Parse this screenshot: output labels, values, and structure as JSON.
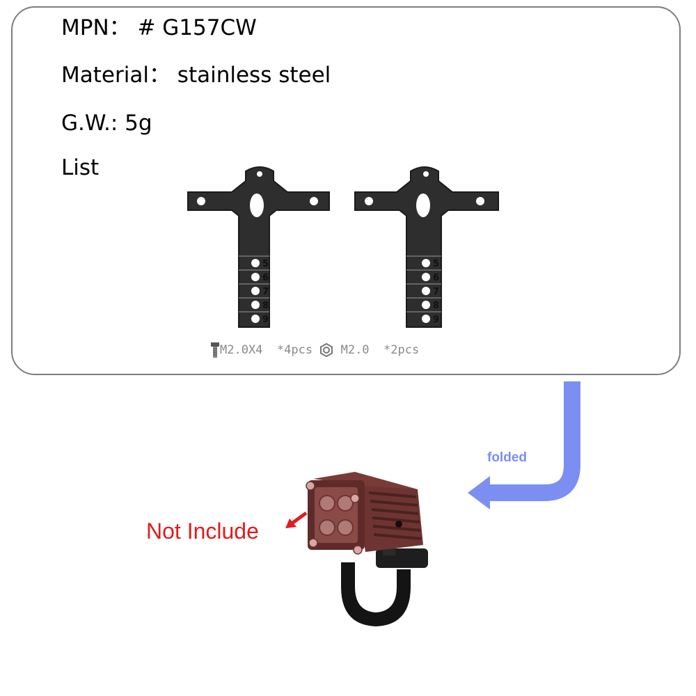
{
  "spec": {
    "mpn": "MPN： # G157CW",
    "material": "Material： stainless steel",
    "gw": "G.W.: 5g",
    "list": "List"
  },
  "bracket": {
    "hole_numbers": [
      "5",
      "6",
      "7",
      "8",
      "9"
    ]
  },
  "hardware": {
    "screw_spec": "M2.0X4",
    "screw_qty": "*4pcs",
    "nut_spec": "M2.0",
    "nut_qty": "*2pcs",
    "screw_icon": "screw-icon",
    "nut_icon": "nut-icon"
  },
  "annotations": {
    "folded": "folded",
    "not_include": "Not Include"
  },
  "colors": {
    "arrow_blue": "#7b8ff2",
    "label_red": "#e01c1c",
    "bracket_dark": "#2e2e2e",
    "light_body": "#6e3431"
  }
}
